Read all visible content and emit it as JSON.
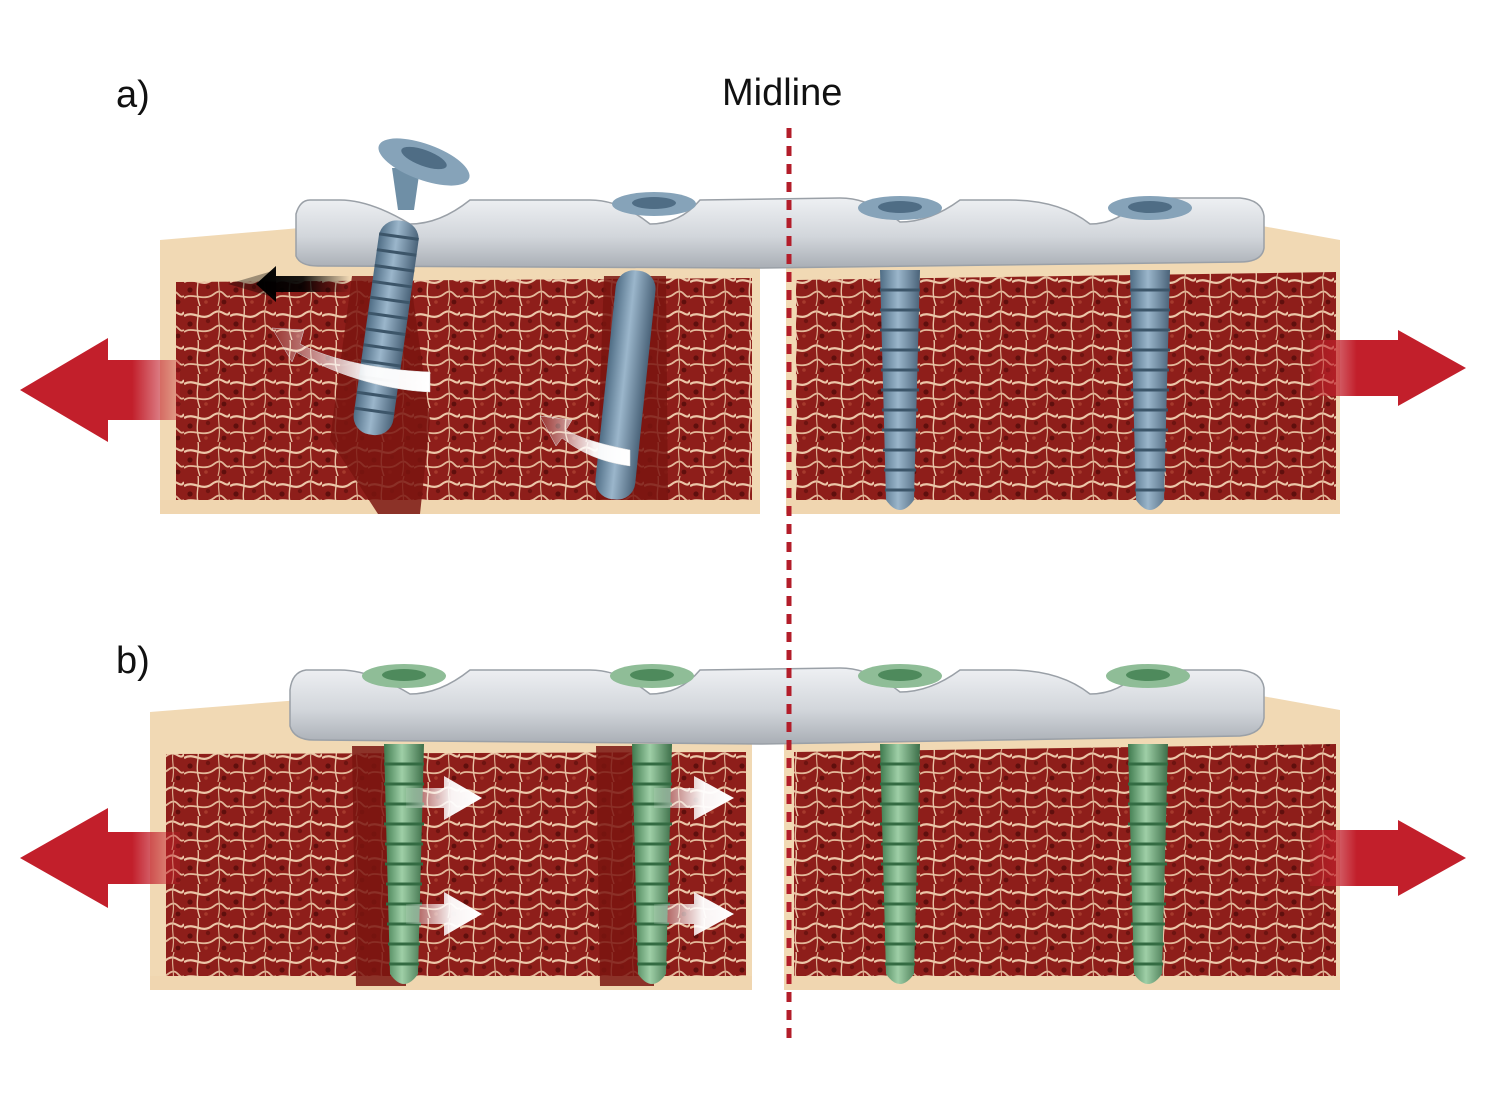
{
  "labels": {
    "panel_a": "a)",
    "panel_b": "b)",
    "midline": "Midline"
  },
  "colors": {
    "bone_cortex": "#f1d9b4",
    "bone_marrow": "#8e1e1a",
    "trabecula": "#e9c3a6",
    "plate": "#d3d7dc",
    "screw_panel_a": "#6f8fa6",
    "screw_panel_b": "#6ea27a",
    "force_arrow": "#c21f2b",
    "midline": "#b31d2a"
  },
  "panels": [
    {
      "id": "a",
      "screws": [
        "pulled-out",
        "loosened",
        "intact",
        "intact"
      ]
    },
    {
      "id": "b",
      "screws": [
        "locked",
        "locked",
        "locked",
        "locked"
      ]
    }
  ]
}
